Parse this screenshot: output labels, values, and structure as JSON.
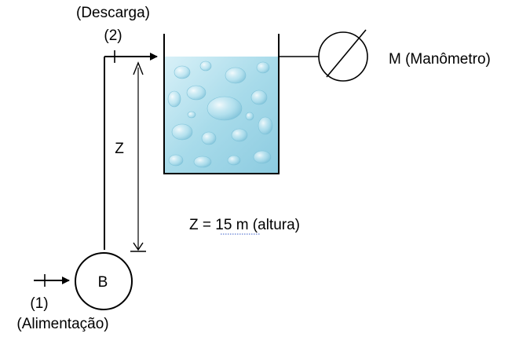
{
  "labels": {
    "discharge_name": "(Descarga)",
    "discharge_number": "(2)",
    "height_symbol": "Z",
    "manometer": "M (Manômetro)",
    "height_equation_prefix": "Z = ",
    "height_value": "15",
    "height_unit": "m",
    "height_note": "(altura)",
    "pump": "B",
    "feed_number": "(1)",
    "feed_name": "(Alimentação)"
  },
  "colors": {
    "line": "#000000",
    "water_light": "#d9f1f8",
    "water_mid": "#a8dbea",
    "water_dark": "#7fc3d9",
    "highlight_underline": "#3b5fc9"
  }
}
